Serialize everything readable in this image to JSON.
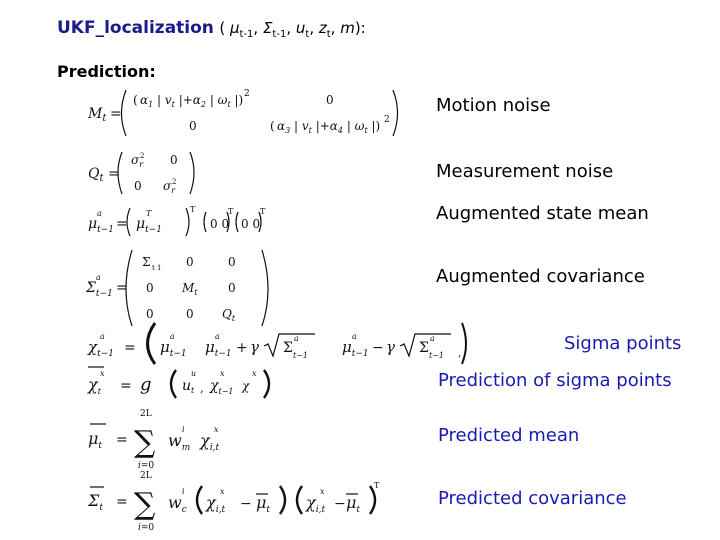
{
  "header": {
    "function_name": "UKF_localization",
    "params": [
      "μ",
      "t-1",
      "Σ",
      "t-1",
      "u",
      "t",
      "z",
      "t",
      "m"
    ]
  },
  "section_title": "Prediction:",
  "labels": [
    {
      "text": "Motion noise",
      "color": "#000000"
    },
    {
      "text": "Measurement noise",
      "color": "#000000"
    },
    {
      "text": "Augmented state mean",
      "color": "#000000"
    },
    {
      "text": "Augmented covariance",
      "color": "#000000"
    },
    {
      "text": "Sigma points",
      "color": "#1a1ab0"
    },
    {
      "text": "Prediction of sigma points",
      "color": "#1a1ab0"
    },
    {
      "text": "Predicted mean",
      "color": "#1a1ab0"
    },
    {
      "text": "Predicted covariance",
      "color": "#1a1ab0"
    }
  ]
}
